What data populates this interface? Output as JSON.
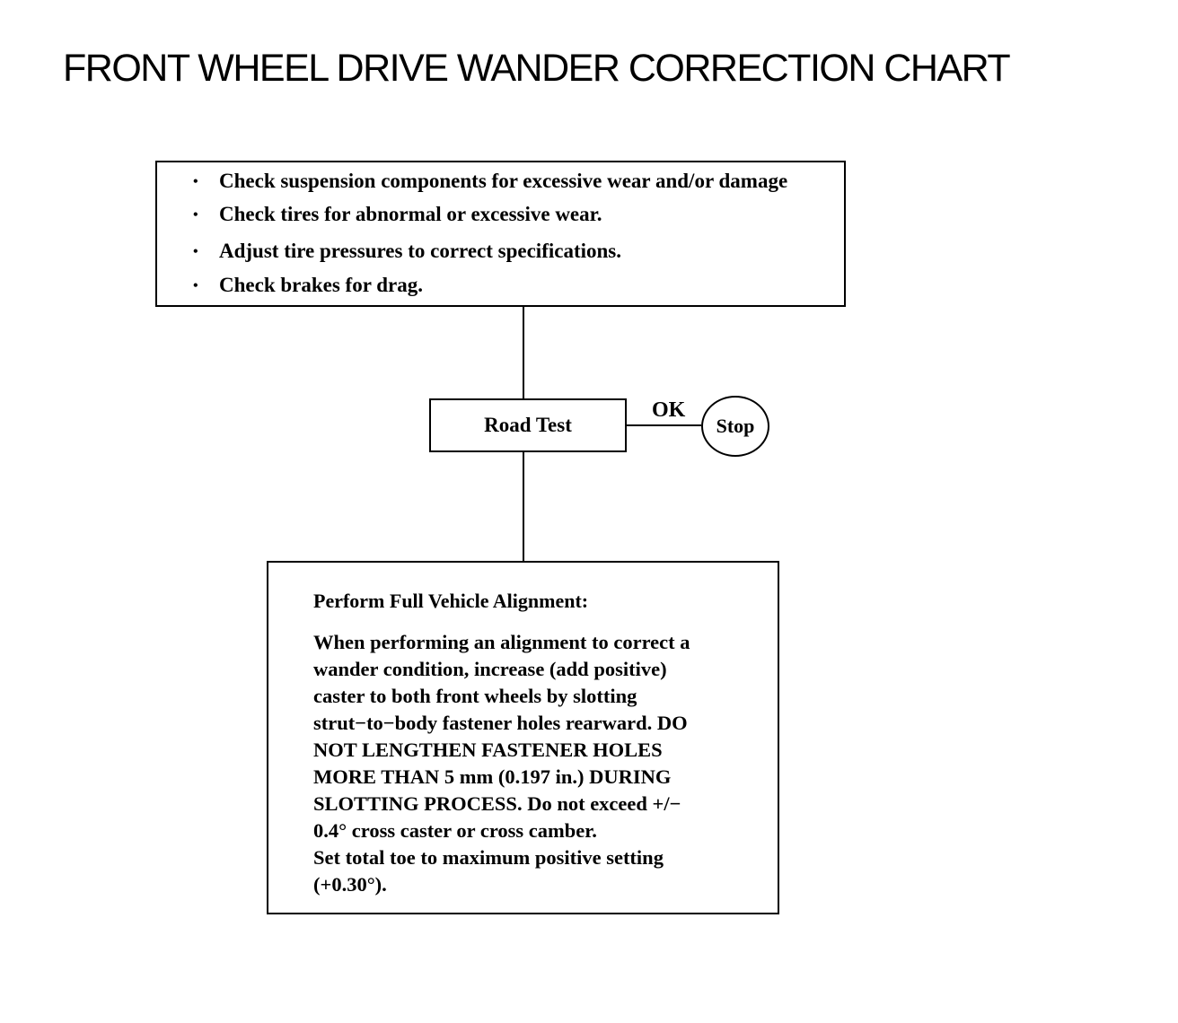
{
  "title": "FRONT WHEEL DRIVE WANDER CORRECTION CHART",
  "checks": {
    "bullet": "•",
    "items": [
      "Check suspension components for excessive wear and/or damage",
      "Check tires for abnormal or excessive wear.",
      "Adjust tire pressures to correct specifications.",
      "Check brakes for drag."
    ]
  },
  "road_test": {
    "label": "Road Test",
    "ok_label": "OK",
    "stop_label": "Stop"
  },
  "alignment": {
    "heading": "Perform Full Vehicle Alignment:",
    "lines": [
      "When performing an alignment to correct a",
      "wander condition, increase (add positive)",
      "caster to both front wheels by slotting",
      "strut−to−body fastener holes rearward. DO",
      "NOT LENGTHEN FASTENER HOLES",
      "MORE THAN 5 mm (0.197 in.) DURING",
      "SLOTTING PROCESS.  Do not exceed +/−",
      "0.4° cross caster or cross camber.",
      "Set total toe to maximum positive setting",
      "(+0.30°)."
    ]
  }
}
